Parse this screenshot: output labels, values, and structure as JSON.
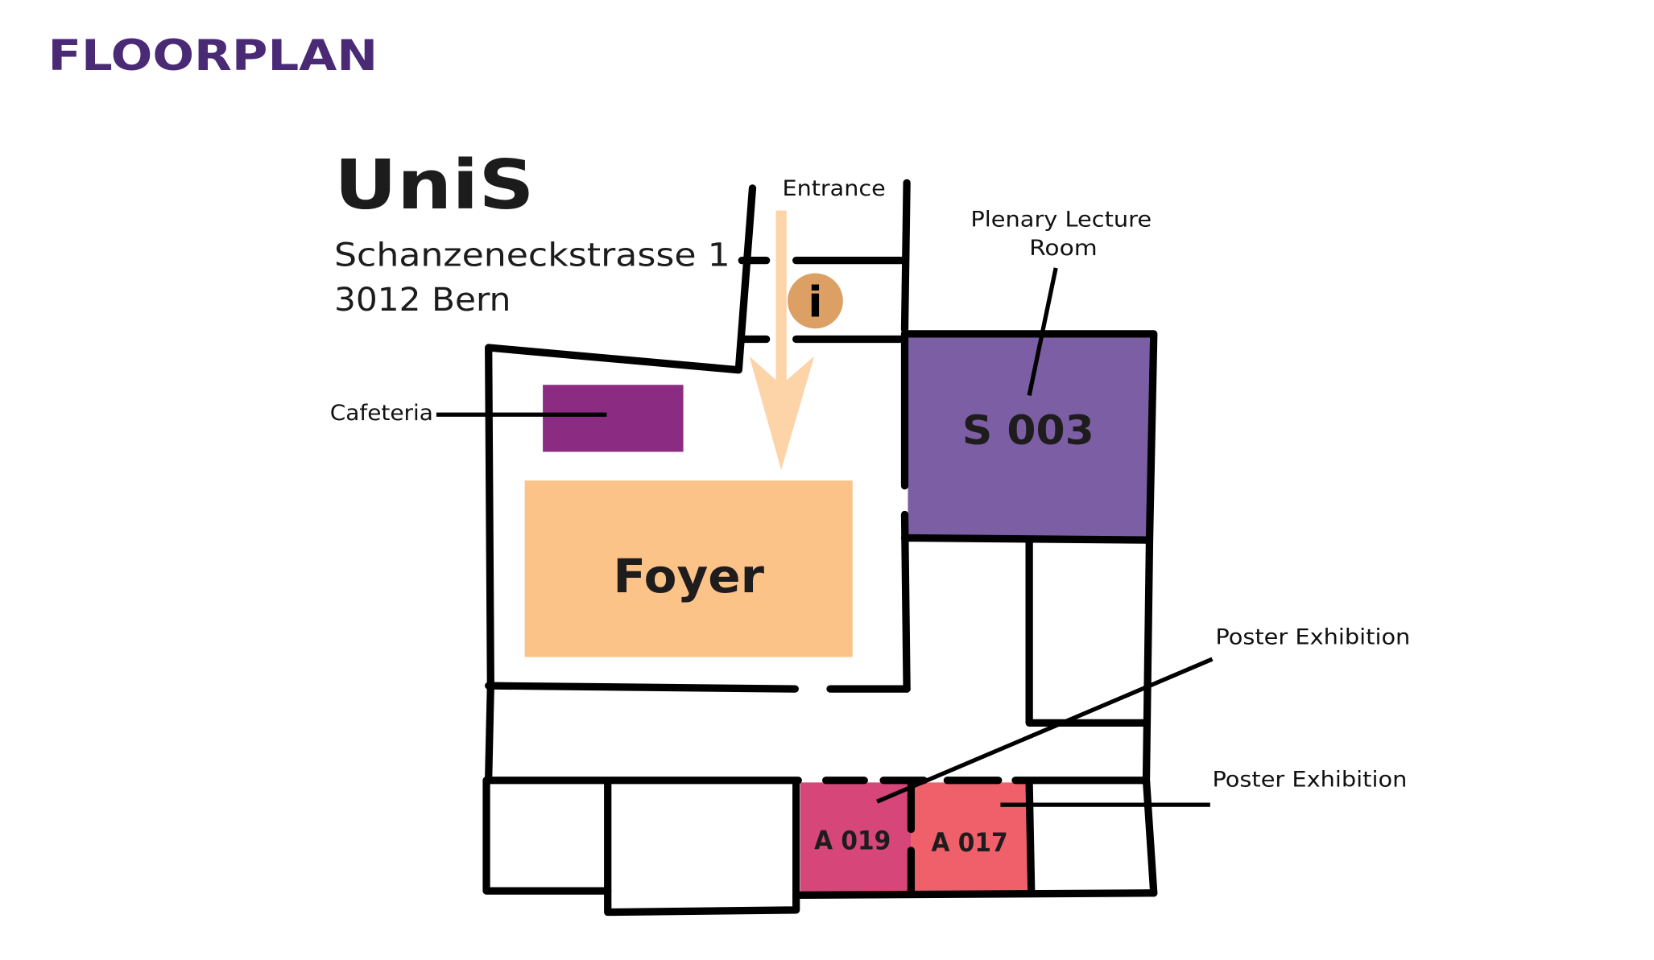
{
  "page_title": "FLOORPLAN",
  "building": {
    "name": "UniS",
    "address_line1": "Schanzeneckstrasse 1",
    "address_line2": "3012 Bern"
  },
  "labels": {
    "entrance": "Entrance",
    "plenary_line1": "Plenary Lecture",
    "plenary_line2": "Room",
    "cafeteria": "Cafeteria",
    "poster_exhibition_1": "Poster Exhibition",
    "poster_exhibition_2": "Poster Exhibition"
  },
  "rooms": {
    "foyer": "Foyer",
    "s003": "S 003",
    "a019": "A 019",
    "a017": "A 017"
  },
  "icons": {
    "info": "info-icon",
    "info_glyph": "i",
    "arrow": "entrance-arrow-icon"
  },
  "colors": {
    "title": "#4a2a75",
    "cafeteria": "#8b2b82",
    "s003": "#7b5ea4",
    "foyer": "#fcc389",
    "a019": "#d64679",
    "a017": "#f0606b",
    "info": "#dc9f64",
    "arrow": "#fdd3a8"
  }
}
